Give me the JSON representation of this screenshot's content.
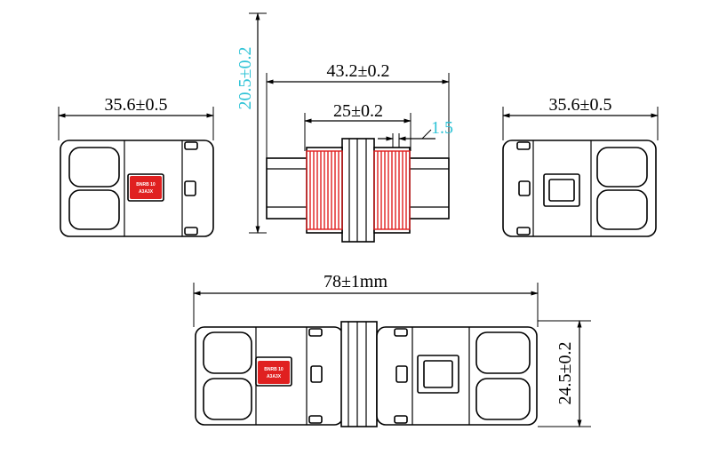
{
  "dimensions": {
    "top_left_width": "35.6±0.5",
    "top_center_total_width": "43.2±0.2",
    "top_center_thread_width": "25±0.2",
    "top_center_gap": "1.5",
    "top_center_height": "20.5±0.2",
    "top_right_width": "35.6±0.5",
    "bottom_total_length": "78±1mm",
    "bottom_height": "24.5±0.2"
  },
  "label": {
    "line1": "BNRB 10",
    "line2": "A3A3X"
  },
  "colors": {
    "dimension_text": "#000000",
    "vertical_dimension_text": "#2ec3d6",
    "thread_outline": "#e02020",
    "label_fill": "#e02020"
  }
}
